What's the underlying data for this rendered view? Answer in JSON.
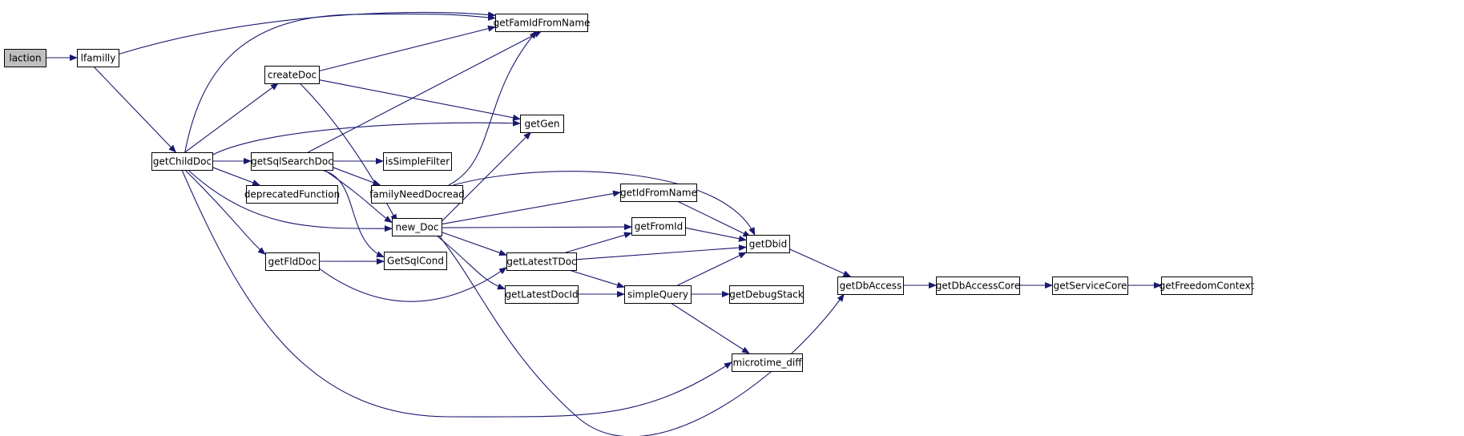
{
  "graph": {
    "edge_color": "#191970",
    "root_fill": "#bfbfbf",
    "node_fill": "#ffffff",
    "nodes": [
      {
        "id": "laction",
        "label": "laction",
        "root": true
      },
      {
        "id": "lfamilly",
        "label": "lfamilly"
      },
      {
        "id": "getFamIdFromName",
        "label": "getFamIdFromName"
      },
      {
        "id": "createDoc",
        "label": "createDoc"
      },
      {
        "id": "getGen",
        "label": "getGen"
      },
      {
        "id": "getChildDoc",
        "label": "getChildDoc"
      },
      {
        "id": "getSqlSearchDoc",
        "label": "getSqlSearchDoc"
      },
      {
        "id": "isSimpleFilter",
        "label": "isSimpleFilter"
      },
      {
        "id": "familyNeedDocread",
        "label": "familyNeedDocread"
      },
      {
        "id": "deprecatedFunction",
        "label": "deprecatedFunction"
      },
      {
        "id": "getIdFromName",
        "label": "getIdFromName"
      },
      {
        "id": "new_Doc",
        "label": "new_Doc"
      },
      {
        "id": "getFromId",
        "label": "getFromId"
      },
      {
        "id": "getDbid",
        "label": "getDbid"
      },
      {
        "id": "getFldDoc",
        "label": "getFldDoc"
      },
      {
        "id": "GetSqlCond",
        "label": "GetSqlCond"
      },
      {
        "id": "getLatestTDoc",
        "label": "getLatestTDoc"
      },
      {
        "id": "getDbAccess",
        "label": "getDbAccess"
      },
      {
        "id": "getDbAccessCore",
        "label": "getDbAccessCore"
      },
      {
        "id": "getServiceCore",
        "label": "getServiceCore"
      },
      {
        "id": "getFreedomContext",
        "label": "getFreedomContext"
      },
      {
        "id": "getLatestDocId",
        "label": "getLatestDocId"
      },
      {
        "id": "simpleQuery",
        "label": "simpleQuery"
      },
      {
        "id": "getDebugStack",
        "label": "getDebugStack"
      },
      {
        "id": "microtime_diff",
        "label": "microtime_diff"
      }
    ],
    "edges": [
      {
        "from": "laction",
        "to": "lfamilly"
      },
      {
        "from": "lfamilly",
        "to": "getFamIdFromName"
      },
      {
        "from": "lfamilly",
        "to": "getChildDoc"
      },
      {
        "from": "getChildDoc",
        "to": "getFamIdFromName"
      },
      {
        "from": "getChildDoc",
        "to": "createDoc"
      },
      {
        "from": "getChildDoc",
        "to": "getGen"
      },
      {
        "from": "getChildDoc",
        "to": "getSqlSearchDoc"
      },
      {
        "from": "getChildDoc",
        "to": "deprecatedFunction"
      },
      {
        "from": "getChildDoc",
        "to": "new_Doc"
      },
      {
        "from": "getChildDoc",
        "to": "getFldDoc"
      },
      {
        "from": "getChildDoc",
        "to": "microtime_diff"
      },
      {
        "from": "createDoc",
        "to": "getFamIdFromName"
      },
      {
        "from": "createDoc",
        "to": "getGen"
      },
      {
        "from": "createDoc",
        "to": "new_Doc"
      },
      {
        "from": "getSqlSearchDoc",
        "to": "getFamIdFromName"
      },
      {
        "from": "getSqlSearchDoc",
        "to": "isSimpleFilter"
      },
      {
        "from": "getSqlSearchDoc",
        "to": "familyNeedDocread"
      },
      {
        "from": "getSqlSearchDoc",
        "to": "new_Doc"
      },
      {
        "from": "getSqlSearchDoc",
        "to": "GetSqlCond"
      },
      {
        "from": "familyNeedDocread",
        "to": "getFamIdFromName"
      },
      {
        "from": "familyNeedDocread",
        "to": "getDbid"
      },
      {
        "from": "new_Doc",
        "to": "getGen"
      },
      {
        "from": "new_Doc",
        "to": "getIdFromName"
      },
      {
        "from": "new_Doc",
        "to": "getFromId"
      },
      {
        "from": "new_Doc",
        "to": "getLatestTDoc"
      },
      {
        "from": "new_Doc",
        "to": "getLatestDocId"
      },
      {
        "from": "new_Doc",
        "to": "getDbAccess"
      },
      {
        "from": "getIdFromName",
        "to": "getDbid"
      },
      {
        "from": "getFromId",
        "to": "getDbid"
      },
      {
        "from": "getFldDoc",
        "to": "GetSqlCond"
      },
      {
        "from": "getFldDoc",
        "to": "getLatestTDoc"
      },
      {
        "from": "getLatestTDoc",
        "to": "getFromId"
      },
      {
        "from": "getLatestTDoc",
        "to": "getDbid"
      },
      {
        "from": "getLatestTDoc",
        "to": "simpleQuery"
      },
      {
        "from": "getLatestDocId",
        "to": "simpleQuery"
      },
      {
        "from": "simpleQuery",
        "to": "getDbid"
      },
      {
        "from": "simpleQuery",
        "to": "getDebugStack"
      },
      {
        "from": "simpleQuery",
        "to": "microtime_diff"
      },
      {
        "from": "getDbid",
        "to": "getDbAccess"
      },
      {
        "from": "getDbAccess",
        "to": "getDbAccessCore"
      },
      {
        "from": "getDbAccessCore",
        "to": "getServiceCore"
      },
      {
        "from": "getServiceCore",
        "to": "getFreedomContext"
      }
    ]
  }
}
